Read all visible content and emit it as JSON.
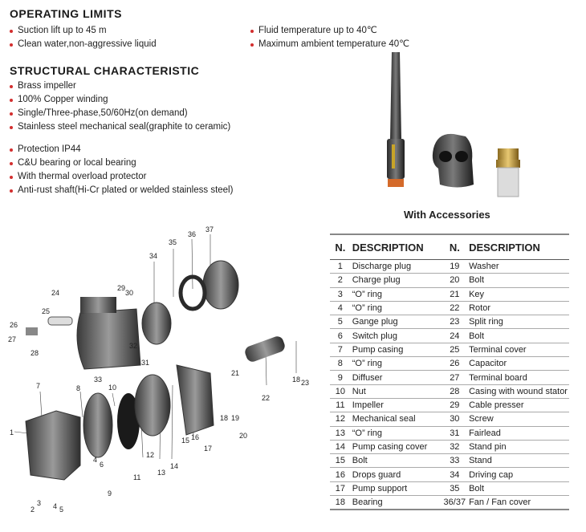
{
  "operating_limits": {
    "title": "OPERATING LIMITS",
    "left_items": [
      "Suction lift up to 45 m",
      "Clean water,non-aggressive liquid"
    ],
    "right_items": [
      "Fluid temperature up to 40℃",
      "Maximum ambient temperature 40℃"
    ]
  },
  "structural": {
    "title": "STRUCTURAL CHARACTERISTIC",
    "group1": [
      "Brass impeller",
      "100% Copper winding",
      "Single/Three-phase,50/60Hz(on demand)",
      "Stainless steel mechanical seal(graphite to ceramic)"
    ],
    "group2": [
      "Protection IP44",
      "C&U bearing or local bearing",
      "With thermal overload protector",
      "Anti-rust shaft(Hi-Cr plated or welded stainless steel)"
    ]
  },
  "accessories": {
    "title": "With Accessories"
  },
  "parts_table": {
    "headers": [
      "N.",
      "DESCRIPTION",
      "N.",
      "DESCRIPTION"
    ],
    "rows": [
      [
        "1",
        "Discharge plug",
        "19",
        "Washer"
      ],
      [
        "2",
        "Charge plug",
        "20",
        "Bolt"
      ],
      [
        "3",
        "“O” ring",
        "21",
        "Key"
      ],
      [
        "4",
        "“O” ring",
        "22",
        "Rotor"
      ],
      [
        "5",
        "Gange plug",
        "23",
        "Split ring"
      ],
      [
        "6",
        "Switch plug",
        "24",
        "Bolt"
      ],
      [
        "7",
        "Pump casing",
        "25",
        "Terminal cover"
      ],
      [
        "8",
        "“O” ring",
        "26",
        "Capacitor"
      ],
      [
        "9",
        "Diffuser",
        "27",
        "Terminal board"
      ],
      [
        "10",
        "Nut",
        "28",
        "Casing with wound stator"
      ],
      [
        "11",
        "Impeller",
        "29",
        "Cable presser"
      ],
      [
        "12",
        "Mechanical seal",
        "30",
        "Screw"
      ],
      [
        "13",
        "“O” ring",
        "31",
        "Fairlead"
      ],
      [
        "14",
        "Pump casing cover",
        "32",
        "Stand pin"
      ],
      [
        "15",
        "Bolt",
        "33",
        "Stand"
      ],
      [
        "16",
        "Drops guard",
        "34",
        "Driving cap"
      ],
      [
        "17",
        "Pump support",
        "35",
        "Bolt"
      ],
      [
        "18",
        "Bearing",
        "36/37",
        "Fan /  Fan cover"
      ]
    ]
  },
  "diagram_labels": [
    "1",
    "2",
    "3",
    "4",
    "4",
    "5",
    "6",
    "7",
    "8",
    "9",
    "10",
    "11",
    "12",
    "13",
    "14",
    "15",
    "16",
    "17",
    "18",
    "18",
    "19",
    "20",
    "21",
    "22",
    "23",
    "24",
    "25",
    "26",
    "27",
    "28",
    "29",
    "30",
    "31",
    "32",
    "33",
    "34",
    "35",
    "36",
    "37"
  ]
}
